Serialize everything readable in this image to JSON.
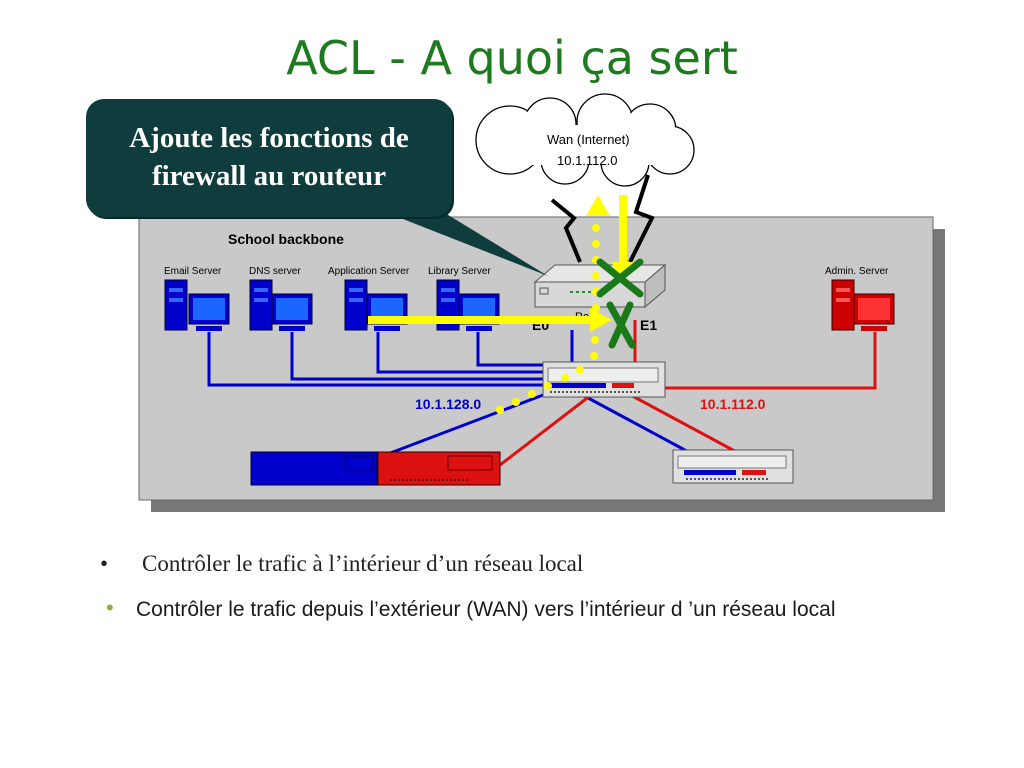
{
  "slide": {
    "title": "ACL - A quoi ça sert",
    "callout": "Ajoute les fonctions de\nfirewall au routeur"
  },
  "diagram": {
    "cloud_label": "Wan (Internet)",
    "cloud_network": "10.1.112.0",
    "backbone_label": "School backbone",
    "servers": {
      "email": "Email Server",
      "dns": "DNS server",
      "application": "Application Server",
      "library": "Library Server",
      "admin": "Admin. Server"
    },
    "router_label": "Ro",
    "port_e0": "E0",
    "port_e1": "E1",
    "net_left": "10.1.128.0",
    "net_right": "10.1.112.0"
  },
  "bullets": [
    {
      "mark": "•",
      "text": "Contrôler le trafic à l’intérieur d’un réseau local"
    },
    {
      "mark": "•",
      "text": "Contrôler  le trafic depuis l’extérieur (WAN) vers l’intérieur d ’un réseau local"
    }
  ],
  "colors": {
    "title": "#1e7a1e",
    "callout_bg": "#0f3d3d",
    "blue_net": "#0000cc",
    "red_net": "#dd1111",
    "traffic": "#ffff00",
    "block": "#1a7a1a"
  }
}
